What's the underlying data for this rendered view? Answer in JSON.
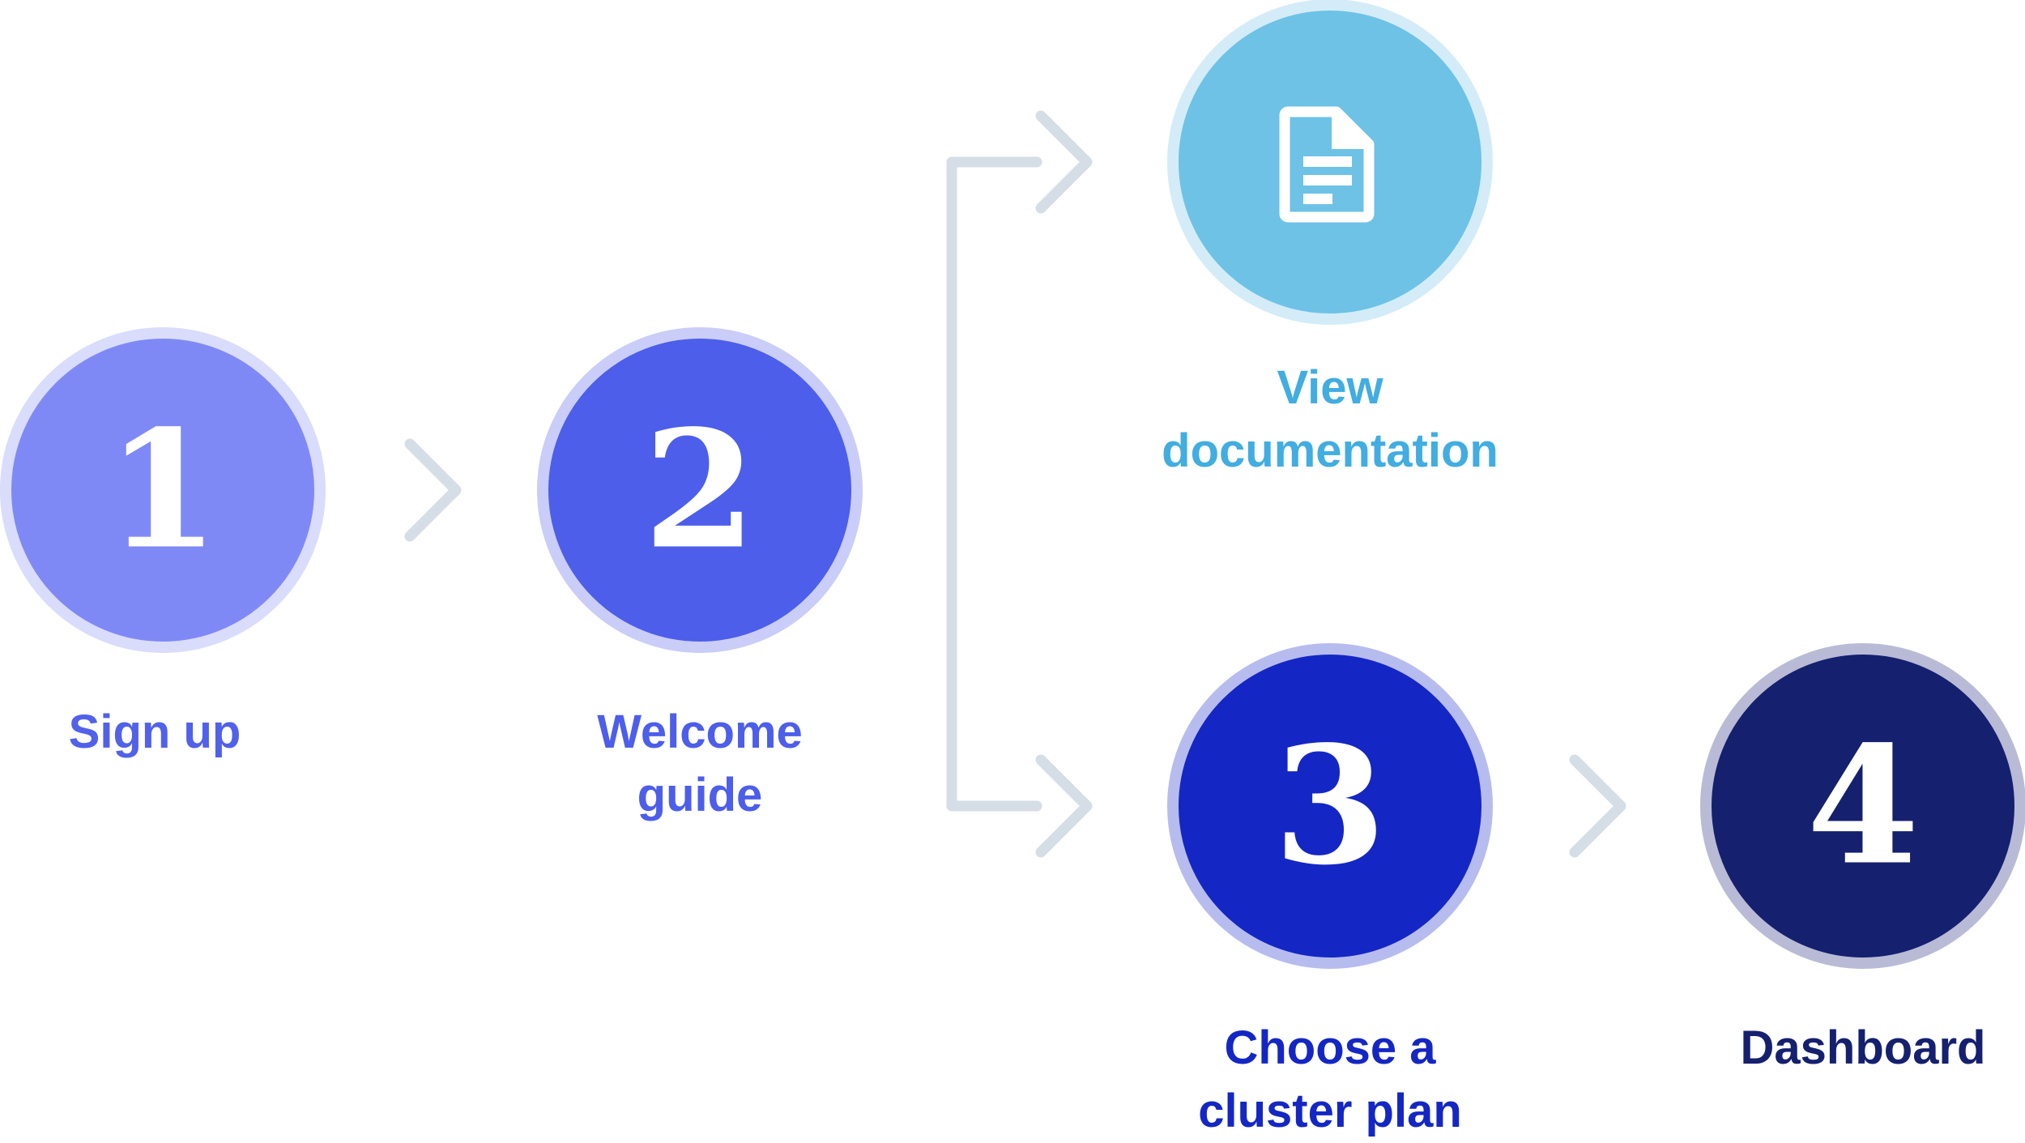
{
  "colors": {
    "connector": "#d5dde6",
    "step1_fill": "#7f89f6",
    "step1_ring": "#d9dcfb",
    "step1_text": "#5161ea",
    "step2_fill": "#4c5eea",
    "step2_ring": "#c9cdf7",
    "step2_text": "#4c5eea",
    "docs_fill": "#6dc2e6",
    "docs_ring": "#d3ecf8",
    "docs_text": "#41ade0",
    "step3_fill": "#1427c4",
    "step3_ring": "#b7bcef",
    "step3_text": "#1427c4",
    "step4_fill": "#15206f",
    "step4_ring": "#b9bbd6",
    "step4_text": "#15206f",
    "number_text": "#ffffff"
  },
  "steps": [
    {
      "id": "sign-up",
      "number": "1",
      "label_lines": [
        "Sign up"
      ]
    },
    {
      "id": "welcome-guide",
      "number": "2",
      "label_lines": [
        "Welcome",
        "guide"
      ]
    },
    {
      "id": "view-documentation",
      "icon": "document-icon",
      "label_lines": [
        "View",
        "documentation"
      ]
    },
    {
      "id": "choose-cluster-plan",
      "number": "3",
      "label_lines": [
        "Choose a",
        "cluster plan"
      ]
    },
    {
      "id": "dashboard",
      "number": "4",
      "label_lines": [
        "Dashboard"
      ]
    }
  ]
}
